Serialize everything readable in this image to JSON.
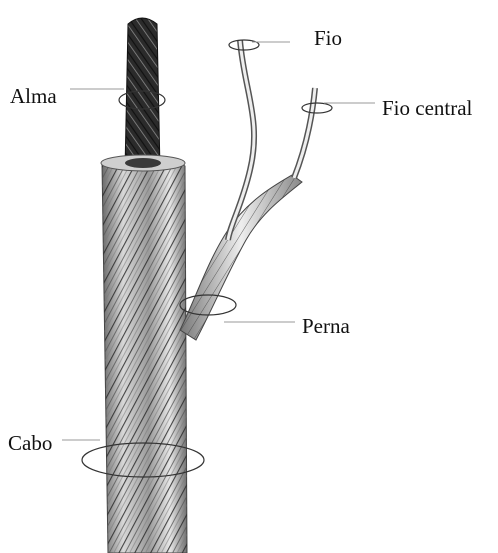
{
  "labels": {
    "fio": "Fio",
    "alma": "Alma",
    "fio_central": "Fio central",
    "perna": "Perna",
    "cabo": "Cabo"
  }
}
